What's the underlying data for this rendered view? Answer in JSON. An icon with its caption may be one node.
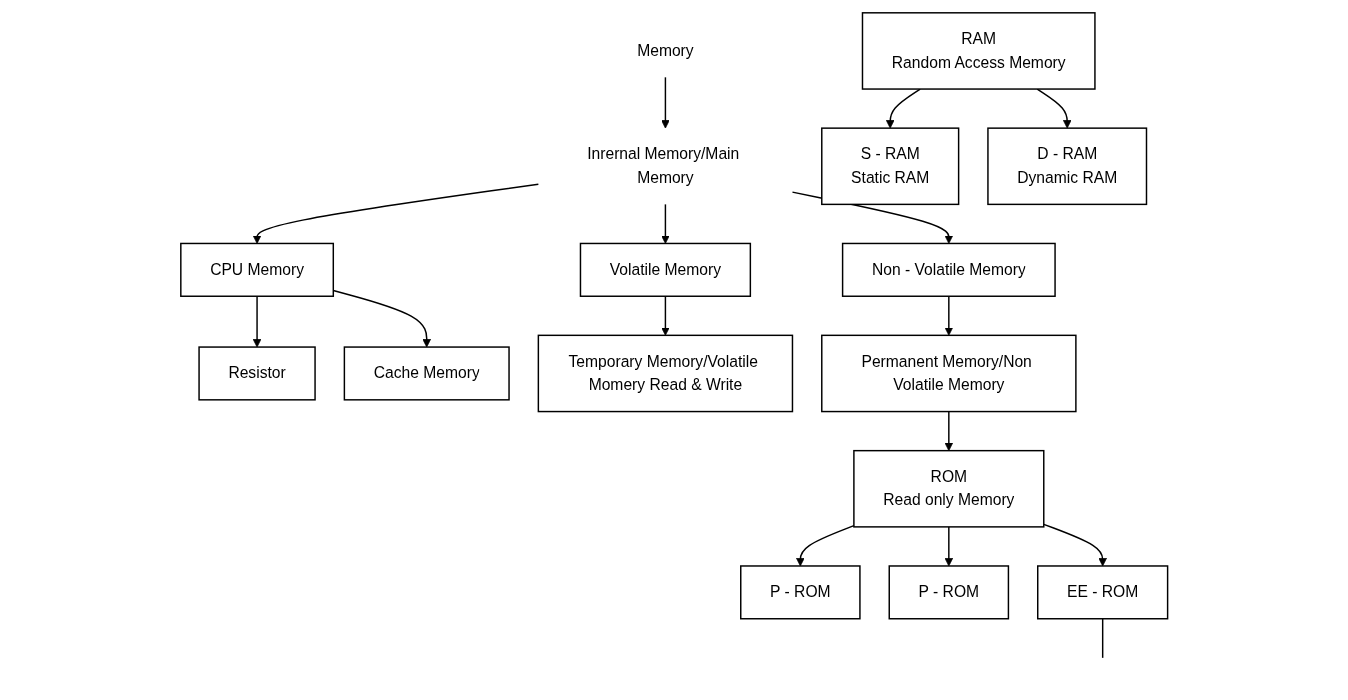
{
  "diagram": {
    "nodes": [
      {
        "text": [
          "Memory"
        ]
      },
      {
        "text": [
          "Inrernal Memory/Main Memory"
        ]
      },
      {
        "text": [
          "CPU Memory"
        ]
      },
      {
        "text": [
          "Volatile Memory"
        ]
      },
      {
        "text": [
          "Non - Volatile Memory"
        ]
      },
      {
        "text": [
          "Resistor"
        ]
      },
      {
        "text": [
          "Cache Memory"
        ]
      },
      {
        "text": [
          "Temporary Memory/Volatile Momery Read & Write"
        ]
      },
      {
        "text": [
          "Permanent Memory/Non Volatile Memory"
        ]
      },
      {
        "text": [
          "RAM",
          "Random Access Memory"
        ]
      },
      {
        "text": [
          "ROM",
          "Read only Memory"
        ]
      },
      {
        "text": [
          "S - RAM",
          "Static RAM"
        ]
      },
      {
        "text": [
          "D - RAM",
          "Dynamic RAM"
        ]
      },
      {
        "text": [
          "P - ROM"
        ]
      },
      {
        "text": [
          "P - ROM"
        ]
      },
      {
        "text": [
          "EE - ROM"
        ]
      }
    ],
    "edges": [
      {
        "from": 0,
        "to": 1,
        "arrow": "to"
      },
      {
        "from": 1,
        "to": 2,
        "arrow": "to"
      },
      {
        "from": 1,
        "to": 3,
        "arrow": "to"
      },
      {
        "from": 1,
        "to": 4,
        "arrow": "to"
      },
      {
        "from": 2,
        "to": 5,
        "arrow": "to"
      },
      {
        "from": 2,
        "to": 6,
        "arrow": "to"
      },
      {
        "from": 3,
        "to": 7,
        "arrow": "to"
      },
      {
        "from": 4,
        "to": 8,
        "arrow": "to"
      },
      {
        "from": 8,
        "to": 10,
        "arrow": "to"
      },
      {
        "from": 9,
        "to": 11,
        "arrow": "to"
      },
      {
        "from": 9,
        "to": 12,
        "arrow": "to"
      },
      {
        "from": 10,
        "to": 13,
        "arrow": "to"
      },
      {
        "from": 10,
        "to": 14,
        "arrow": "to"
      },
      {
        "from": 10,
        "to": 15,
        "arrow": "to"
      },
      {
        "from": 15,
        "to": null,
        "arrow": "none"
      }
    ]
  }
}
